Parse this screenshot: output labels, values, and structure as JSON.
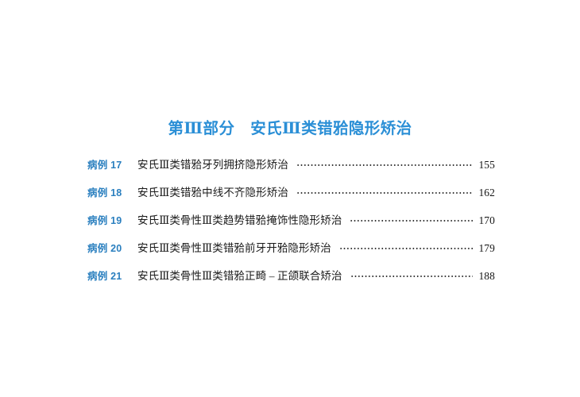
{
  "page": {
    "background_color": "#ffffff",
    "title_color": "#2b8fd6",
    "case_label_color": "#2a7fbf",
    "body_text_color": "#1a1a1a"
  },
  "part_title": "第Ⅲ部分　安氏Ⅲ类错𬌗隐形矫治",
  "toc": {
    "entries": [
      {
        "case_label": "病例",
        "case_number": "17",
        "title": "安氏Ⅲ类错𬌗牙列拥挤隐形矫治",
        "page": "155"
      },
      {
        "case_label": "病例",
        "case_number": "18",
        "title": "安氏Ⅲ类错𬌗中线不齐隐形矫治",
        "page": "162"
      },
      {
        "case_label": "病例",
        "case_number": "19",
        "title": "安氏Ⅲ类骨性Ⅲ类趋势错𬌗掩饰性隐形矫治",
        "page": "170"
      },
      {
        "case_label": "病例",
        "case_number": "20",
        "title": "安氏Ⅲ类骨性Ⅲ类错𬌗前牙开𬌗隐形矫治",
        "page": "179"
      },
      {
        "case_label": "病例",
        "case_number": "21",
        "title": "安氏Ⅲ类骨性Ⅲ类错𬌗正畸 – 正颌联合矫治",
        "page": "188"
      }
    ]
  }
}
